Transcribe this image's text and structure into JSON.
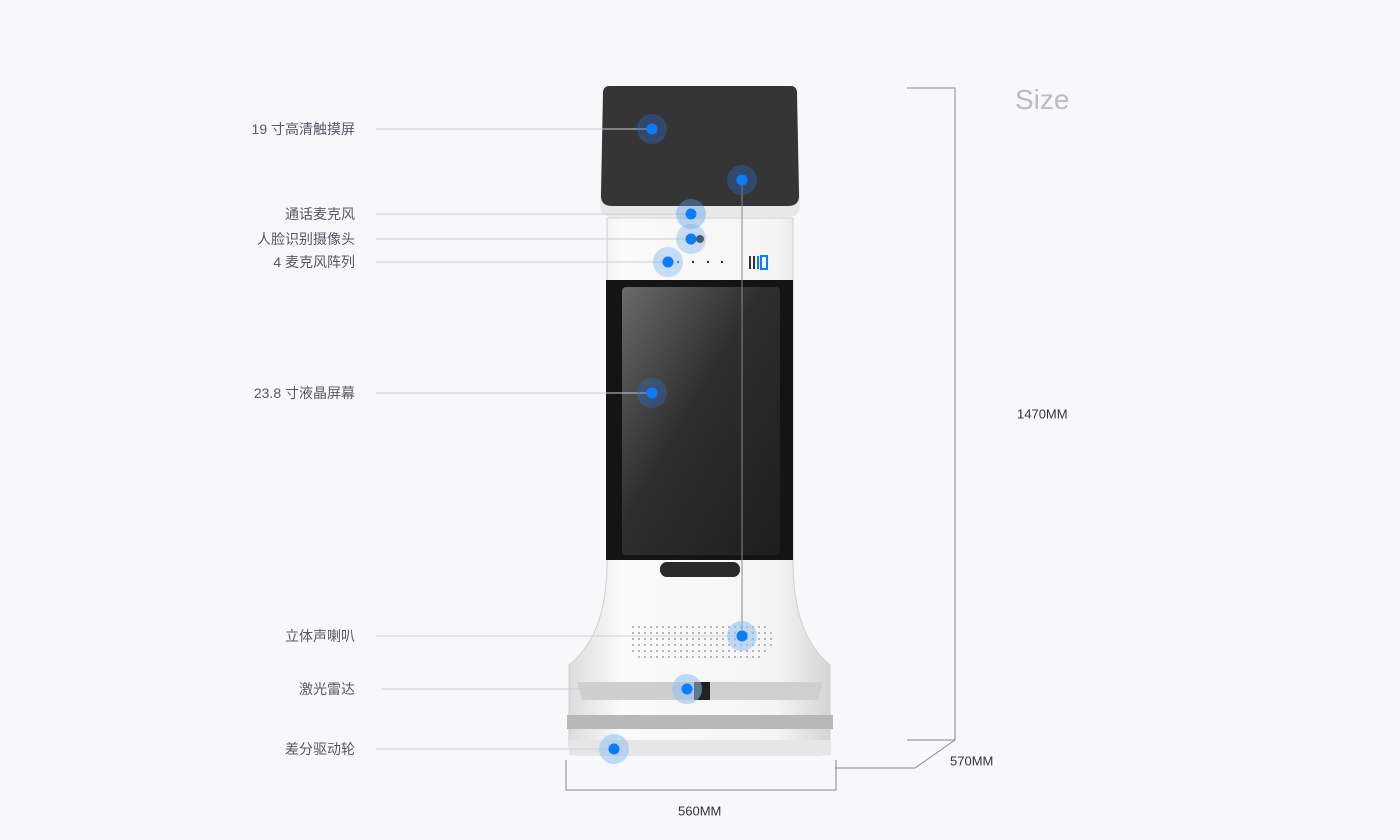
{
  "title": "Size",
  "accent_color": "#0a7cff",
  "features": [
    {
      "id": "touch-screen",
      "label": "19 寸高清触摸屏"
    },
    {
      "id": "call-microphone",
      "label": "通话麦克风"
    },
    {
      "id": "face-camera",
      "label": "人脸识别摄像头"
    },
    {
      "id": "mic-array",
      "label": "4 麦克风阵列"
    },
    {
      "id": "lcd-screen",
      "label": "23.8 寸液晶屏幕"
    },
    {
      "id": "stereo-speaker",
      "label": "立体声喇叭"
    },
    {
      "id": "lidar",
      "label": "激光雷达"
    },
    {
      "id": "drive-wheel",
      "label": "差分驱动轮"
    }
  ],
  "dimensions": {
    "height": "1470MM",
    "depth": "570MM",
    "width": "560MM"
  }
}
